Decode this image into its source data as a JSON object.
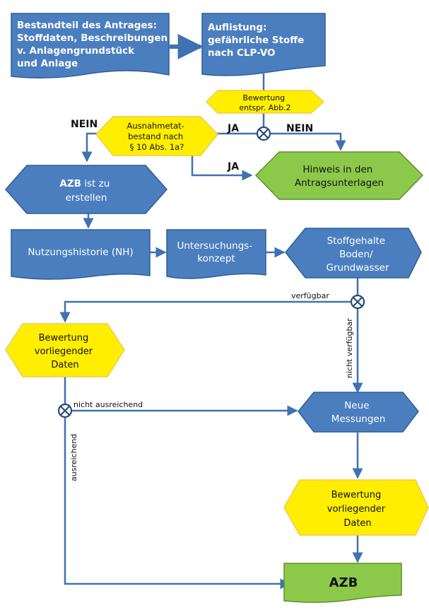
{
  "colors": {
    "blue_fill": "#4a7ebf",
    "blue_stroke": "#2f5f96",
    "yellow_fill": "#ffee00",
    "yellow_stroke": "#f2c94c",
    "green_fill": "#8cc94a",
    "green_stroke": "#5e8f2a",
    "connector": "#3f72b0",
    "gate": "#2b4a78"
  },
  "nodes": {
    "antrag": {
      "lines": [
        "Bestandteil des Antrages:",
        "Stoffdaten, Beschreibungen",
        "v. Anlagengrundstück",
        "und  Anlage"
      ]
    },
    "auflistung": {
      "lines": [
        "Auflistung:",
        "gefährliche  Stoffe",
        "nach CLP-VO"
      ]
    },
    "bewertung_abb": {
      "lines": [
        "Bewertung",
        "entspr. Abb.2"
      ]
    },
    "ausnahme": {
      "lines": [
        "Ausnahmetat-",
        "bestand nach",
        "§ 10 Abs. 1a?"
      ]
    },
    "hinweis": {
      "lines": [
        "Hinweis in den",
        "Antragsunterlagen"
      ]
    },
    "azb_erstellen": {
      "bold": "AZB",
      "rest": " ist zu",
      "line2": "erstellen"
    },
    "nutzung": {
      "lines": [
        "Nutzungshistorie (NH)"
      ]
    },
    "untersuchung": {
      "lines": [
        "Untersuchungs-",
        "konzept"
      ]
    },
    "stoffgehalte": {
      "lines": [
        "Stoffgehalte",
        "Boden/",
        "Grundwasser"
      ]
    },
    "bewertung_links": {
      "lines": [
        "Bewertung",
        "vorliegender",
        "Daten"
      ]
    },
    "neue_messungen": {
      "lines": [
        "Neue",
        "Messungen"
      ]
    },
    "bewertung_rechts": {
      "lines": [
        "Bewertung",
        "vorliegender",
        "Daten"
      ]
    },
    "azb": {
      "lines": [
        "AZB"
      ]
    }
  },
  "edge_labels": {
    "nein_left": "NEIN",
    "ja_gate": "JA",
    "nein_gate": "NEIN",
    "ja_lower": "JA",
    "verfuegbar": "verfügbar",
    "nicht_verfuegbar": "nicht verfügbar",
    "nicht_ausreichend": "nicht ausreichend",
    "ausreichend": "ausreichend"
  }
}
